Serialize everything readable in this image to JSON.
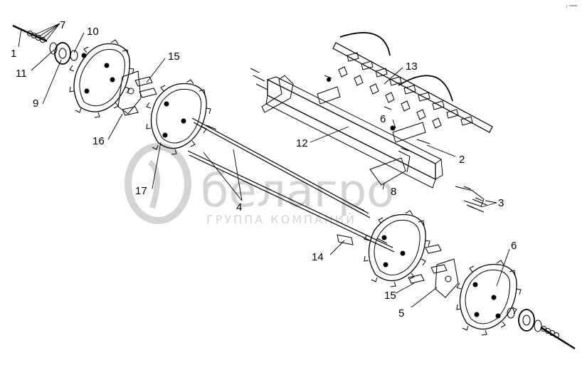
{
  "watermark": {
    "brand": "белагро",
    "subtitle": "ГРУППА КОМПАНИЙ"
  },
  "corner_mark": "┌ ═══",
  "callouts": [
    "1",
    "2",
    "3",
    "4",
    "5",
    "6",
    "6",
    "7",
    "8",
    "9",
    "10",
    "11",
    "12",
    "13",
    "14",
    "15",
    "15",
    "16",
    "17"
  ],
  "colors": {
    "line": "#000000",
    "watermark": "#d4d4d4",
    "background": "#ffffff"
  }
}
